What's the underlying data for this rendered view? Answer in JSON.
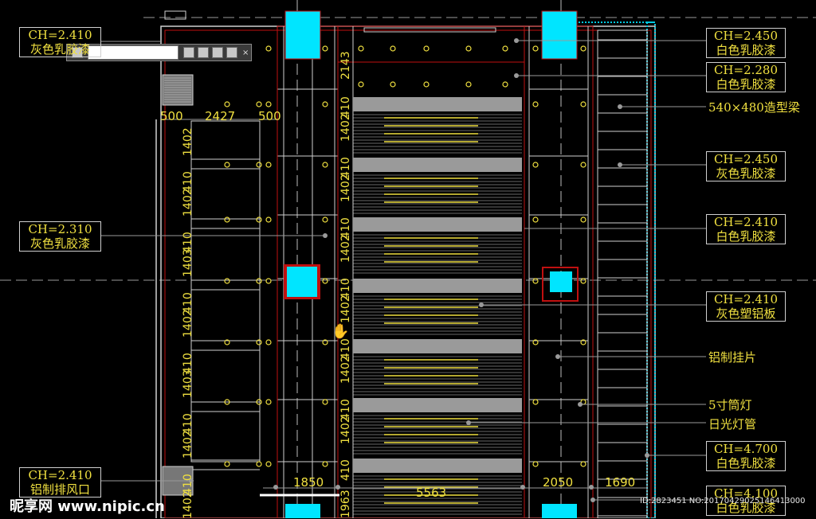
{
  "labels_left": [
    {
      "ch": "CH=2.410",
      "mat": "灰色乳胶漆"
    },
    {
      "ch": "CH=2.310",
      "mat": "灰色乳胶漆"
    },
    {
      "ch": "CH=2.410",
      "mat": "铝制排风口"
    }
  ],
  "labels_right": [
    {
      "ch": "CH=2.450",
      "mat": "白色乳胶漆"
    },
    {
      "ch": "CH=2.280",
      "mat": "白色乳胶漆"
    },
    {
      "ch": "CH=2.450",
      "mat": "灰色乳胶漆"
    },
    {
      "ch": "CH=2.410",
      "mat": "白色乳胶漆"
    },
    {
      "ch": "CH=2.410",
      "mat": "灰色塑铝板"
    },
    {
      "ch": "CH=4.700",
      "mat": "白色乳胶漆"
    },
    {
      "ch": "CH=4.100",
      "mat": "白色乳胶漆"
    }
  ],
  "notes_right": {
    "beam": "540×480造型梁",
    "hanger": "铝制挂片",
    "downlight": "5寸筒灯",
    "tube": "日光灯管"
  },
  "dims": {
    "top_left_a": "500",
    "top_left_b": "2427",
    "top_left_c": "500",
    "bottom_1850": "1850",
    "bottom_5563": "5563",
    "bottom_2050": "2050",
    "bottom_1690": "1690",
    "vert_top": "2143",
    "vert_bottom": "1963",
    "vert_left": [
      "1402",
      "410",
      "1402",
      "410",
      "1403",
      "410",
      "1402",
      "410",
      "1403",
      "410",
      "1402",
      "410",
      "1402"
    ],
    "vert_mid": [
      "410",
      "1402",
      "410",
      "1402",
      "410",
      "1402",
      "410",
      "1402",
      "410",
      "1402",
      "410",
      "1402",
      "410"
    ]
  },
  "watermark": {
    "site": "昵享网 www.nipic.cn",
    "id": "ID:2823451 NO:20170429025146413000"
  },
  "colors": {
    "background": "#000000",
    "text": "#f0e040",
    "accent_cyan": "#00e5ff",
    "red_line": "#d01010",
    "white_line": "#cfcfcf",
    "gray_band": "#9a9a9a"
  }
}
